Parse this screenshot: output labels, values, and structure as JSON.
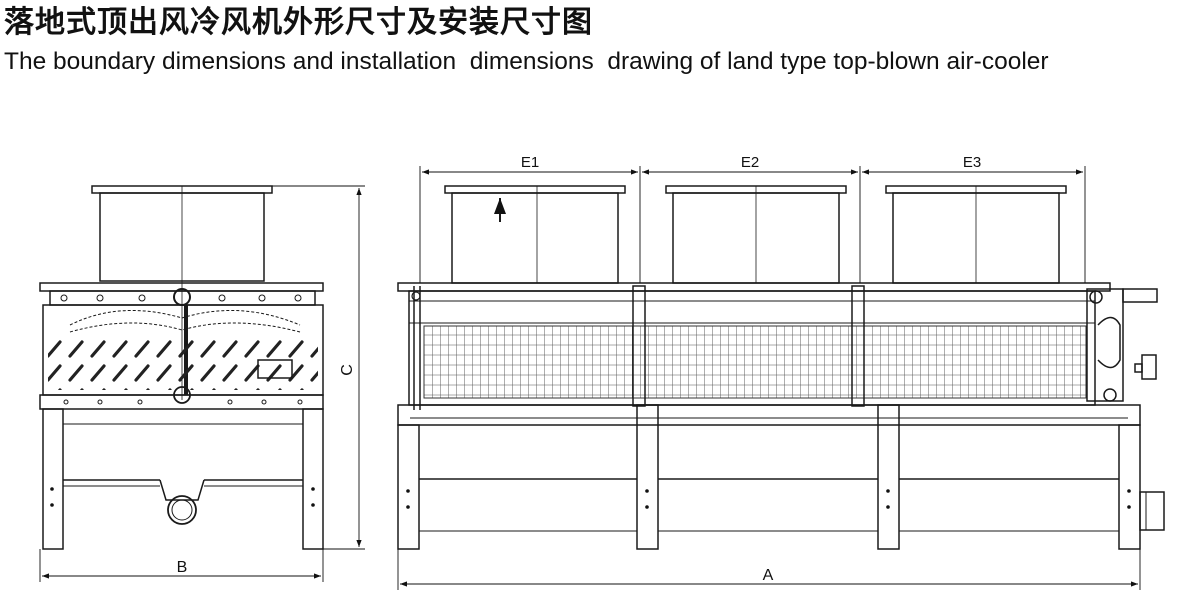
{
  "title_cn": "落地式顶出风冷风机外形尺寸及安装尺寸图",
  "title_en": "The boundary dimensions and installation  dimensions  drawing of land type top-blown air-cooler",
  "dimensions": {
    "A": "A",
    "B": "B",
    "C": "C",
    "E1": "E1",
    "E2": "E2",
    "E3": "E3"
  },
  "colors": {
    "line": "#1a1a1a",
    "background": "#ffffff"
  }
}
